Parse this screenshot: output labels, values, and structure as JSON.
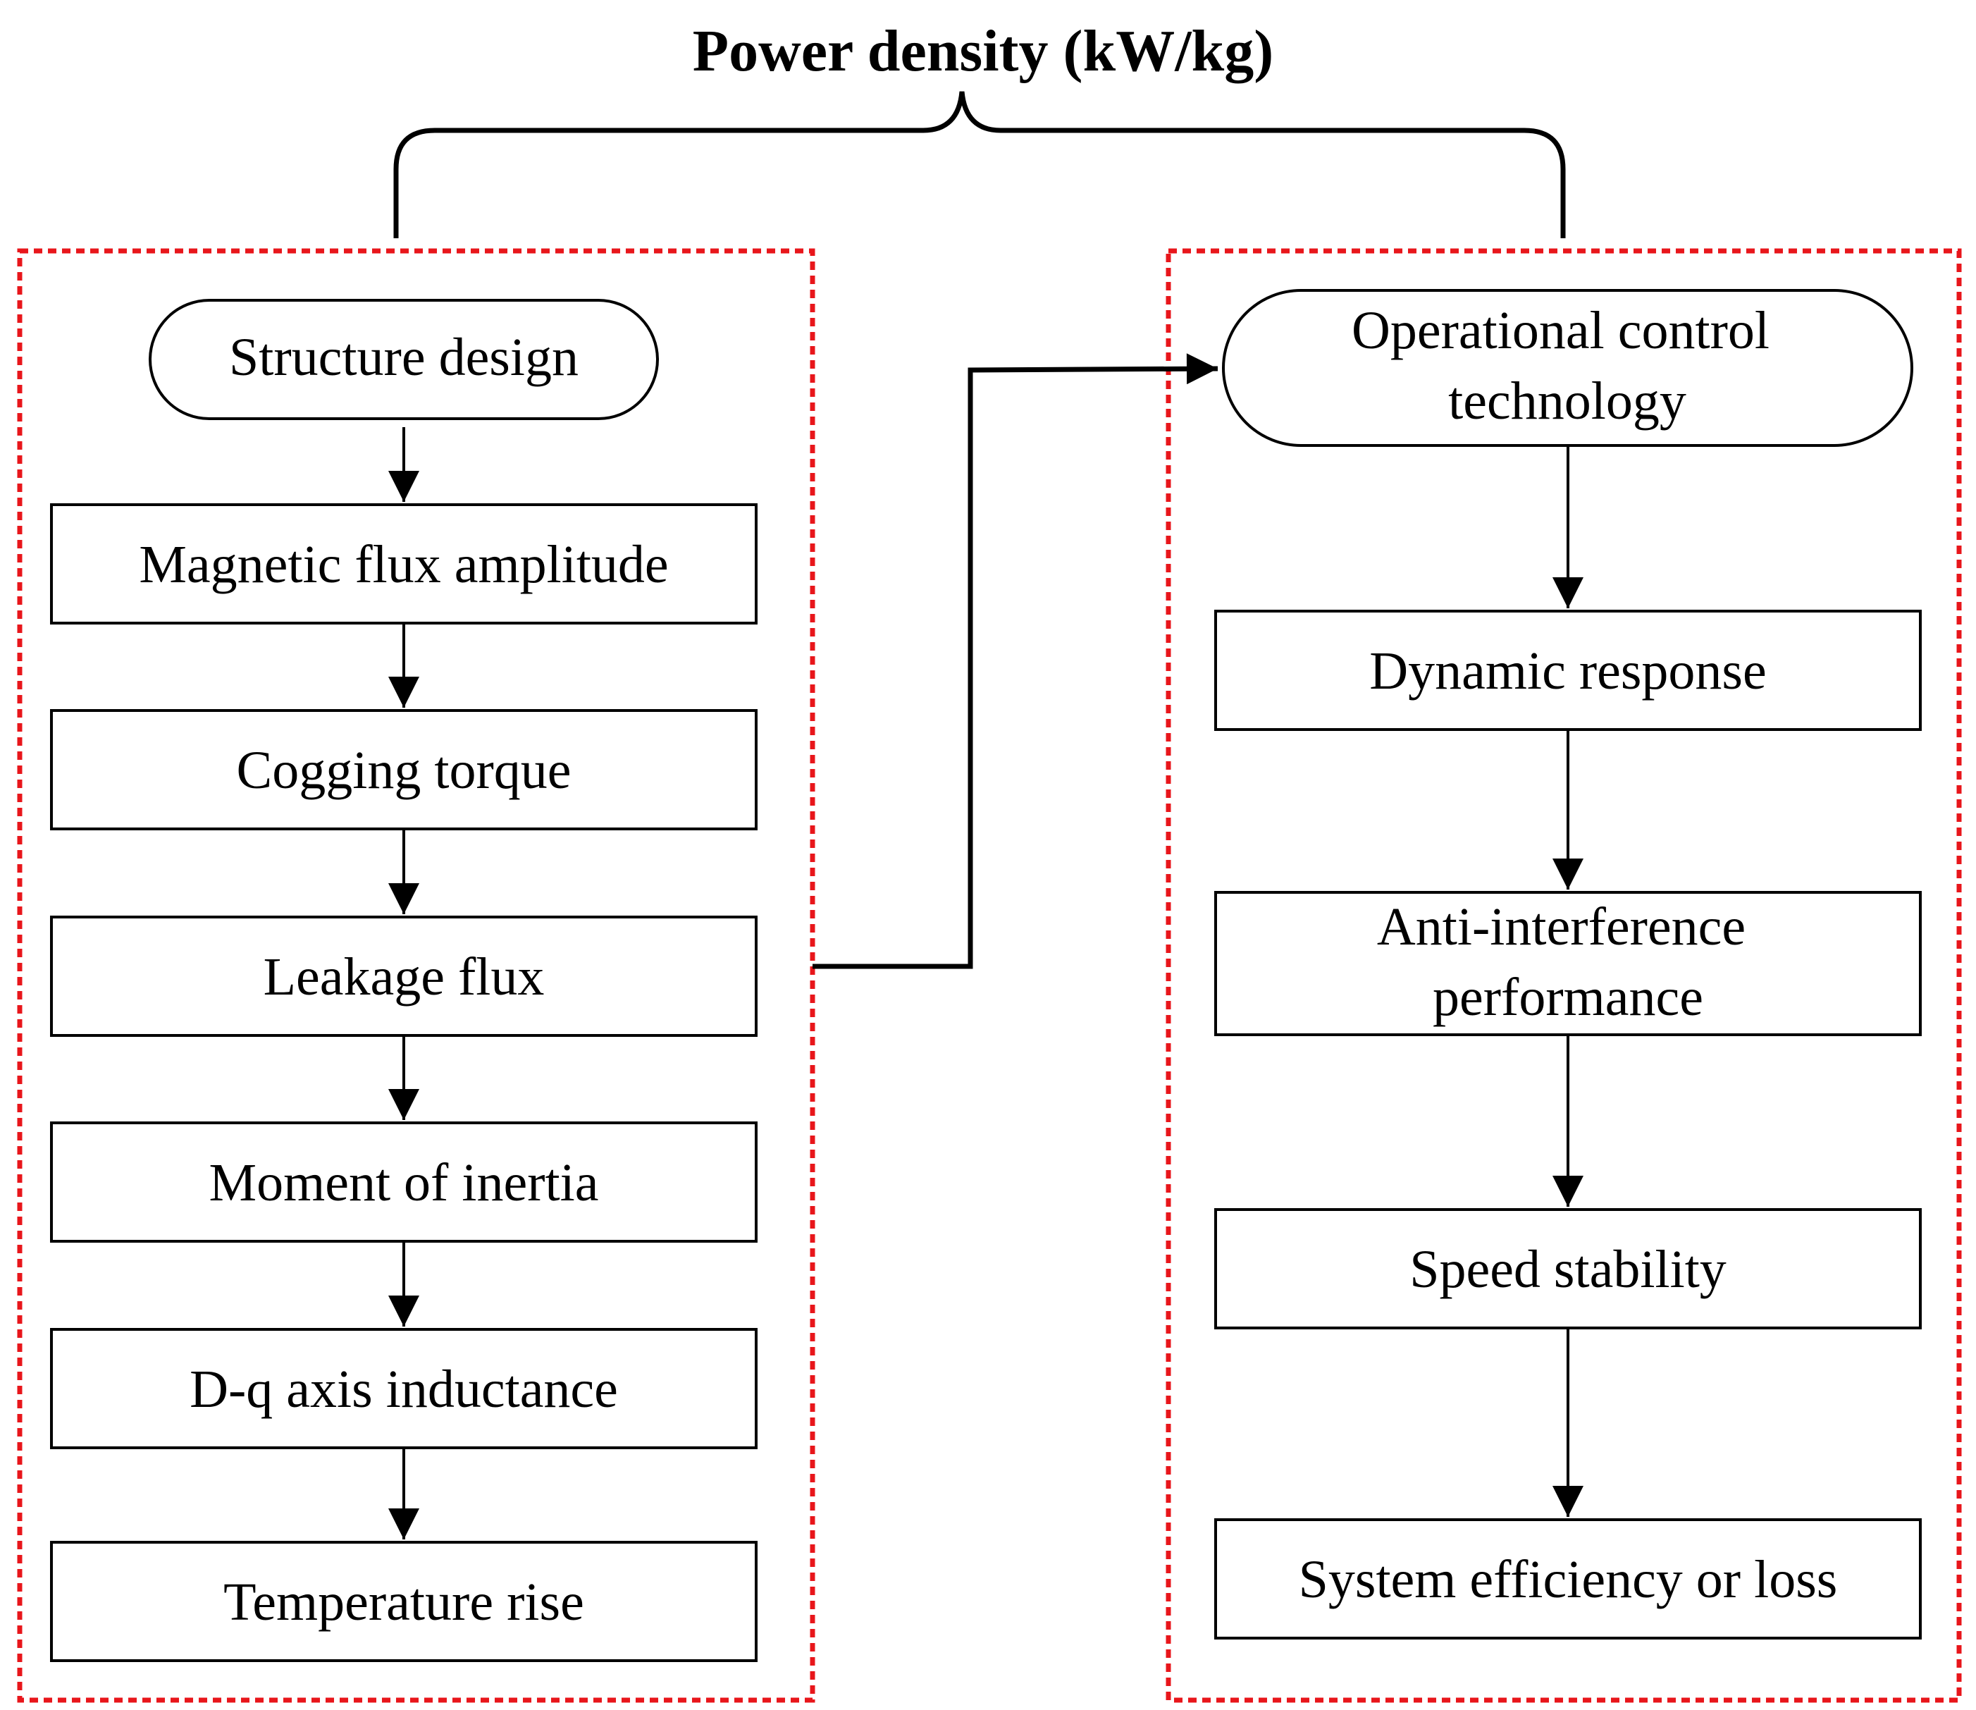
{
  "title": "Power density (kW/kg)",
  "colors": {
    "group_border": "#e8161b",
    "stroke": "#000000",
    "background": "#ffffff"
  },
  "left_group": {
    "head": "Structure design",
    "items": [
      "Magnetic flux amplitude",
      "Cogging torque",
      "Leakage flux",
      "Moment of inertia",
      "D-q axis inductance",
      "Temperature rise"
    ]
  },
  "right_group": {
    "head_lines": [
      "Operational control",
      "technology"
    ],
    "items": [
      {
        "lines": [
          "Dynamic response"
        ]
      },
      {
        "lines": [
          "Anti-interference",
          "performance"
        ]
      },
      {
        "lines": [
          "Speed stability"
        ]
      },
      {
        "lines": [
          "System efficiency or loss"
        ]
      }
    ]
  }
}
